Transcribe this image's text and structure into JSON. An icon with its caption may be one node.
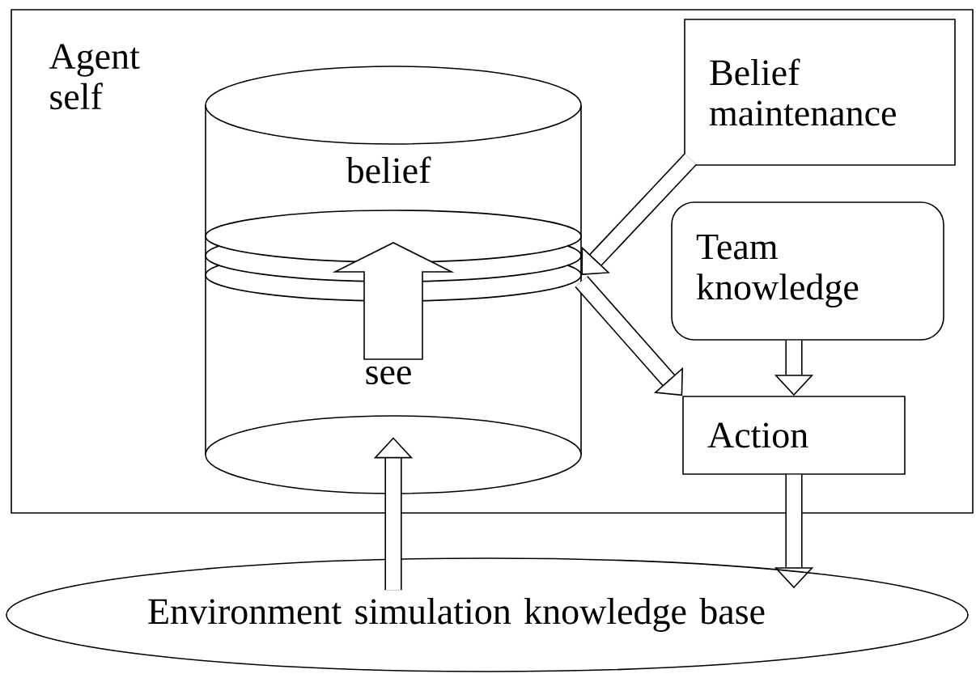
{
  "diagram": {
    "nodes": [
      {
        "text": [
          "Agent self"
        ]
      },
      {
        "text": [
          "belief",
          "see"
        ],
        "in": 0
      },
      {
        "text": [
          "Belief maintenance"
        ],
        "in": 0
      },
      {
        "text": [
          "Team knowledge"
        ],
        "in": 0
      },
      {
        "text": [
          "Action"
        ],
        "in": 0
      },
      {
        "text": [
          "Environment simulation knowledge base"
        ]
      }
    ],
    "edges": [
      {
        "from": 5,
        "to": 1,
        "arrow": "to"
      },
      {
        "from": 2,
        "to": 1,
        "arrow": "to"
      },
      {
        "from": 1,
        "to": 4,
        "arrow": "to"
      },
      {
        "from": 3,
        "to": 4,
        "arrow": "to"
      },
      {
        "from": 4,
        "to": 5,
        "arrow": "to"
      }
    ]
  }
}
